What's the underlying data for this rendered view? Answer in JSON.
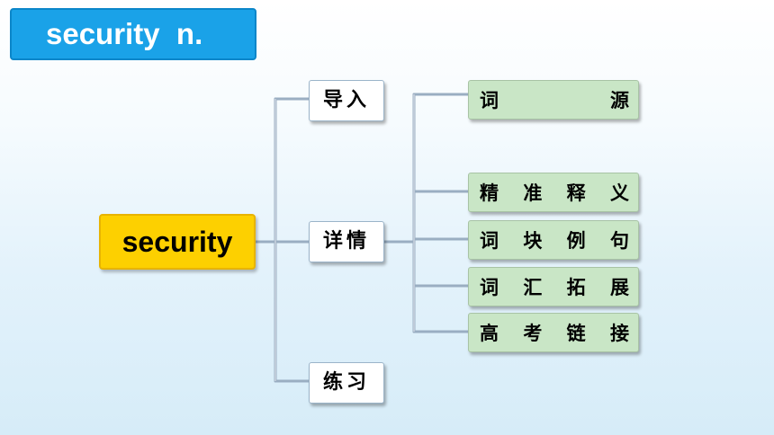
{
  "header": {
    "title": "security  n."
  },
  "mindmap": {
    "root": "security",
    "branches": [
      {
        "label": "导入",
        "chars": [
          "导",
          "入"
        ]
      },
      {
        "label": "详情",
        "chars": [
          "详",
          "情"
        ]
      },
      {
        "label": "练习",
        "chars": [
          "练",
          "习"
        ]
      }
    ],
    "details": [
      {
        "label": "词源",
        "chars": [
          "词",
          "源"
        ]
      },
      {
        "label": "精准释义",
        "chars": [
          "精",
          "准",
          "释",
          "义"
        ]
      },
      {
        "label": "词块例句",
        "chars": [
          "词",
          "块",
          "例",
          "句"
        ]
      },
      {
        "label": "词汇拓展",
        "chars": [
          "词",
          "汇",
          "拓",
          "展"
        ]
      },
      {
        "label": "高考链接",
        "chars": [
          "高",
          "考",
          "链",
          "接"
        ]
      }
    ]
  },
  "colors": {
    "title_bg": "#1aa2e8",
    "root_bg": "#fdd000",
    "branch_bg": "#ffffff",
    "leaf_bg": "#c9e6c6",
    "connector": "#9aaec2"
  }
}
